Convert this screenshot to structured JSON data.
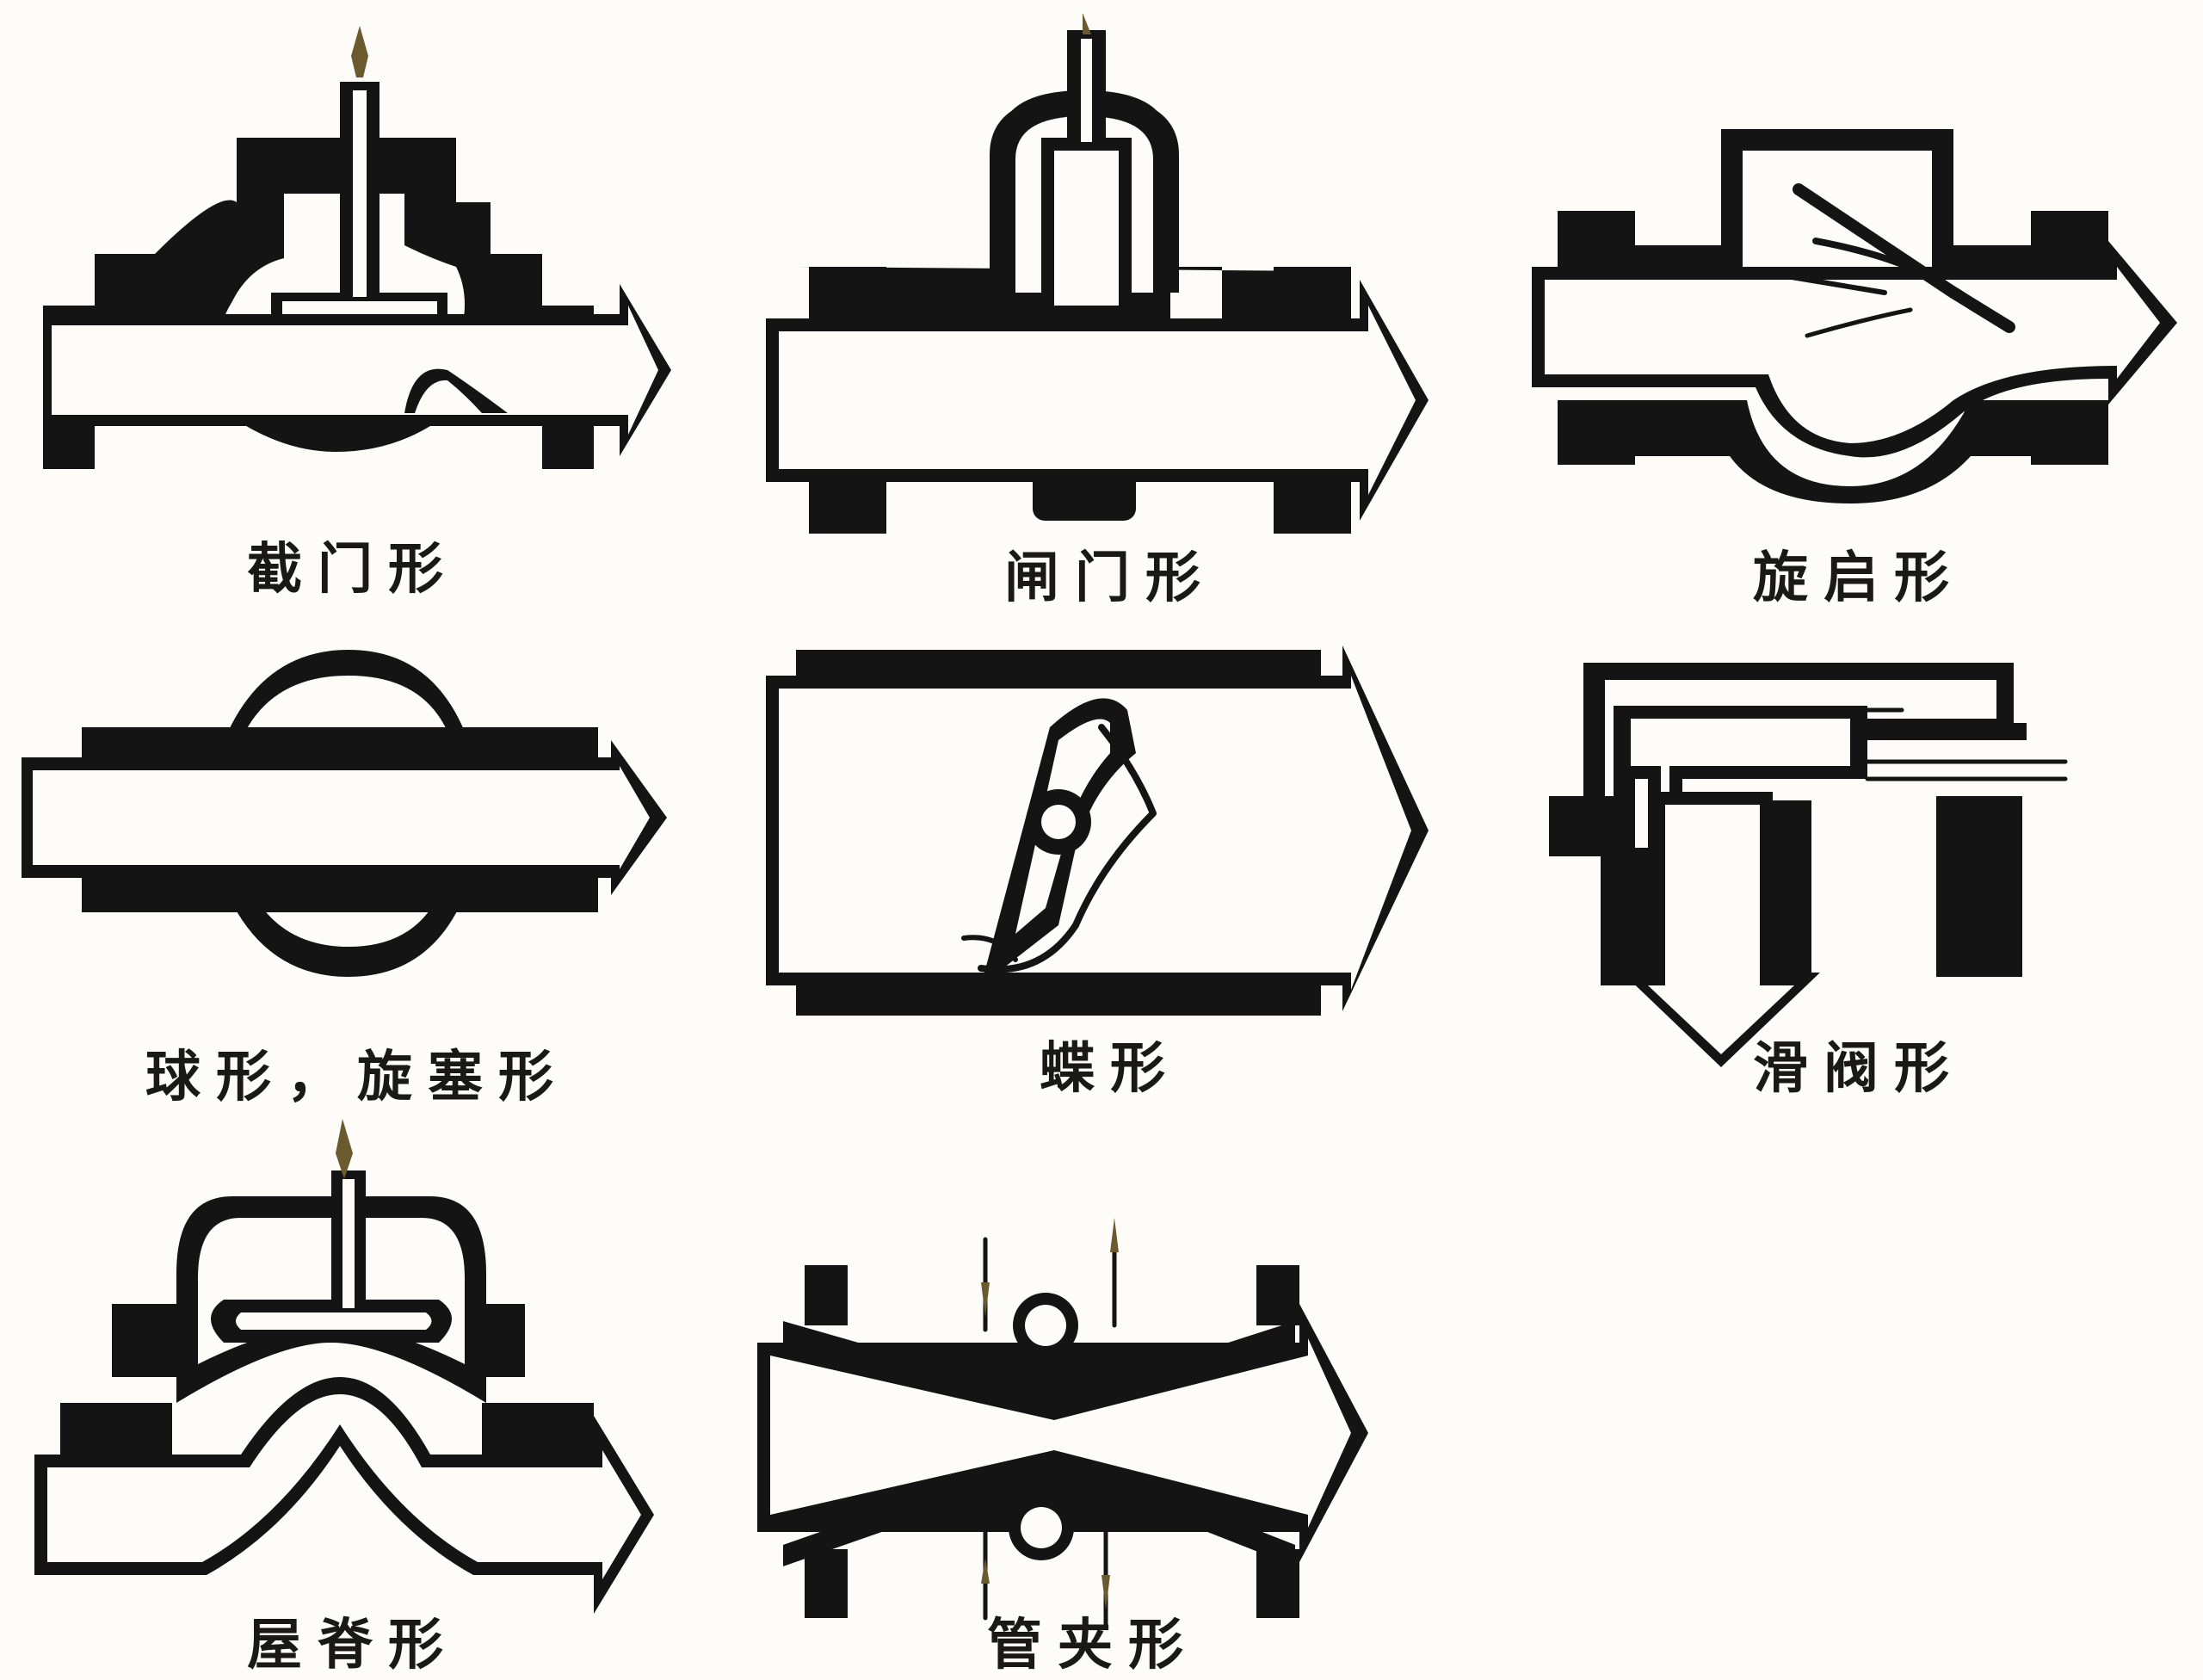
{
  "valves": [
    {
      "id": "globe",
      "label": "截门形"
    },
    {
      "id": "gate",
      "label": "闸门形"
    },
    {
      "id": "swing",
      "label": "旋启形"
    },
    {
      "id": "ball",
      "label": "球形，旋塞形"
    },
    {
      "id": "butterfly",
      "label": "蝶形"
    },
    {
      "id": "slide",
      "label": "滑阀形"
    },
    {
      "id": "diaphragm",
      "label": "屋脊形"
    },
    {
      "id": "pinch",
      "label": "管夹形"
    }
  ],
  "colors": {
    "ink": "#141414",
    "paper": "#fdfcf8",
    "accent": "#6b5a2e"
  }
}
